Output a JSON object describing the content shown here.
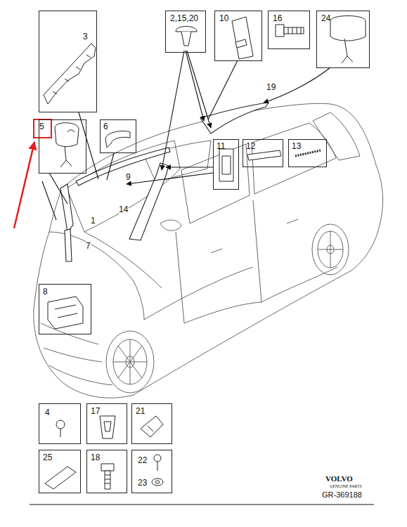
{
  "diagram": {
    "nodes": [
      {
        "text": [
          "3"
        ]
      },
      {
        "text": [
          "2,15,20"
        ]
      },
      {
        "text": [
          "10"
        ]
      },
      {
        "text": [
          "16"
        ]
      },
      {
        "text": [
          "24"
        ]
      },
      {
        "text": [
          "5"
        ]
      },
      {
        "text": [
          "6"
        ]
      },
      {
        "text": [
          "11"
        ]
      },
      {
        "text": [
          "12"
        ]
      },
      {
        "text": [
          "13"
        ]
      },
      {
        "text": [
          "8"
        ]
      },
      {
        "text": [
          "4"
        ]
      },
      {
        "text": [
          "17"
        ]
      },
      {
        "text": [
          "21"
        ]
      },
      {
        "text": [
          "25"
        ]
      },
      {
        "text": [
          "18"
        ]
      },
      {
        "text": [
          "22",
          "23"
        ]
      }
    ],
    "labels": [
      "19",
      "9",
      "14",
      "1",
      "7",
      "VOLVO",
      "GENUINE PARTS",
      "GR-369188"
    ]
  }
}
